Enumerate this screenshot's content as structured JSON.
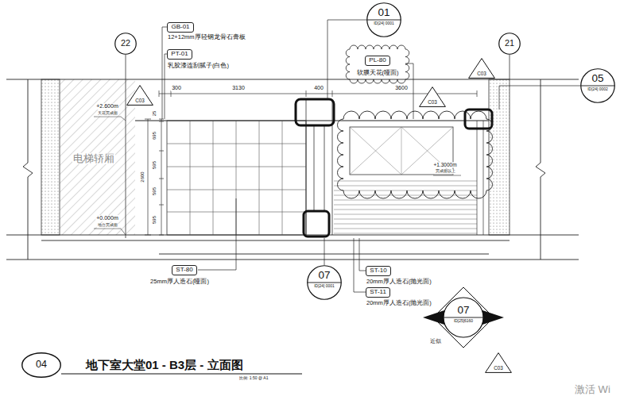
{
  "diagram": {
    "title": "地下室大堂01 - B3层 - 立面图",
    "nodes": [
      {
        "text": [
          "22"
        ]
      },
      {
        "text": [
          "01",
          "ID[24] 0001"
        ]
      },
      {
        "text": [
          "21"
        ]
      },
      {
        "text": [
          "GB-01"
        ]
      },
      {
        "text": [
          "PT-01"
        ]
      },
      {
        "text": [
          "PL-80"
        ]
      },
      {
        "text": [
          "C03"
        ]
      },
      {
        "text": [
          "05",
          "ID[24] 0002"
        ]
      },
      {
        "text": [
          "C03"
        ]
      },
      {
        "text": [
          "C03"
        ]
      },
      {
        "text": [
          "ST-80"
        ]
      },
      {
        "text": [
          "07",
          "ID[24] 0001"
        ]
      },
      {
        "text": [
          "ST-10"
        ]
      },
      {
        "text": [
          "ST-11"
        ]
      },
      {
        "text": [
          "07",
          "ID[25]6160"
        ]
      },
      {
        "text": [
          "04"
        ]
      },
      {
        "text": [
          "C03"
        ]
      }
    ],
    "labels": [
      "12+12mm厚轻钢龙骨石膏板",
      "乳胶漆连刮腻子(白色)",
      "软膜天花(哑面)",
      "300",
      "3130",
      "400",
      "3600",
      "+2.600m",
      "天花完成面",
      "25",
      "695",
      "595",
      "2600",
      "595",
      "595",
      "+0.000m",
      "地台完成面",
      "电梯轿厢",
      "+1.3000m",
      "完成面以上",
      "25mm厚人造石(哑面)",
      "20mm厚人造石(抛光面)",
      "20mm厚人造石(抛光面)",
      "近似",
      "比例: 1:50 @ A1",
      "激活 Wi"
    ]
  }
}
